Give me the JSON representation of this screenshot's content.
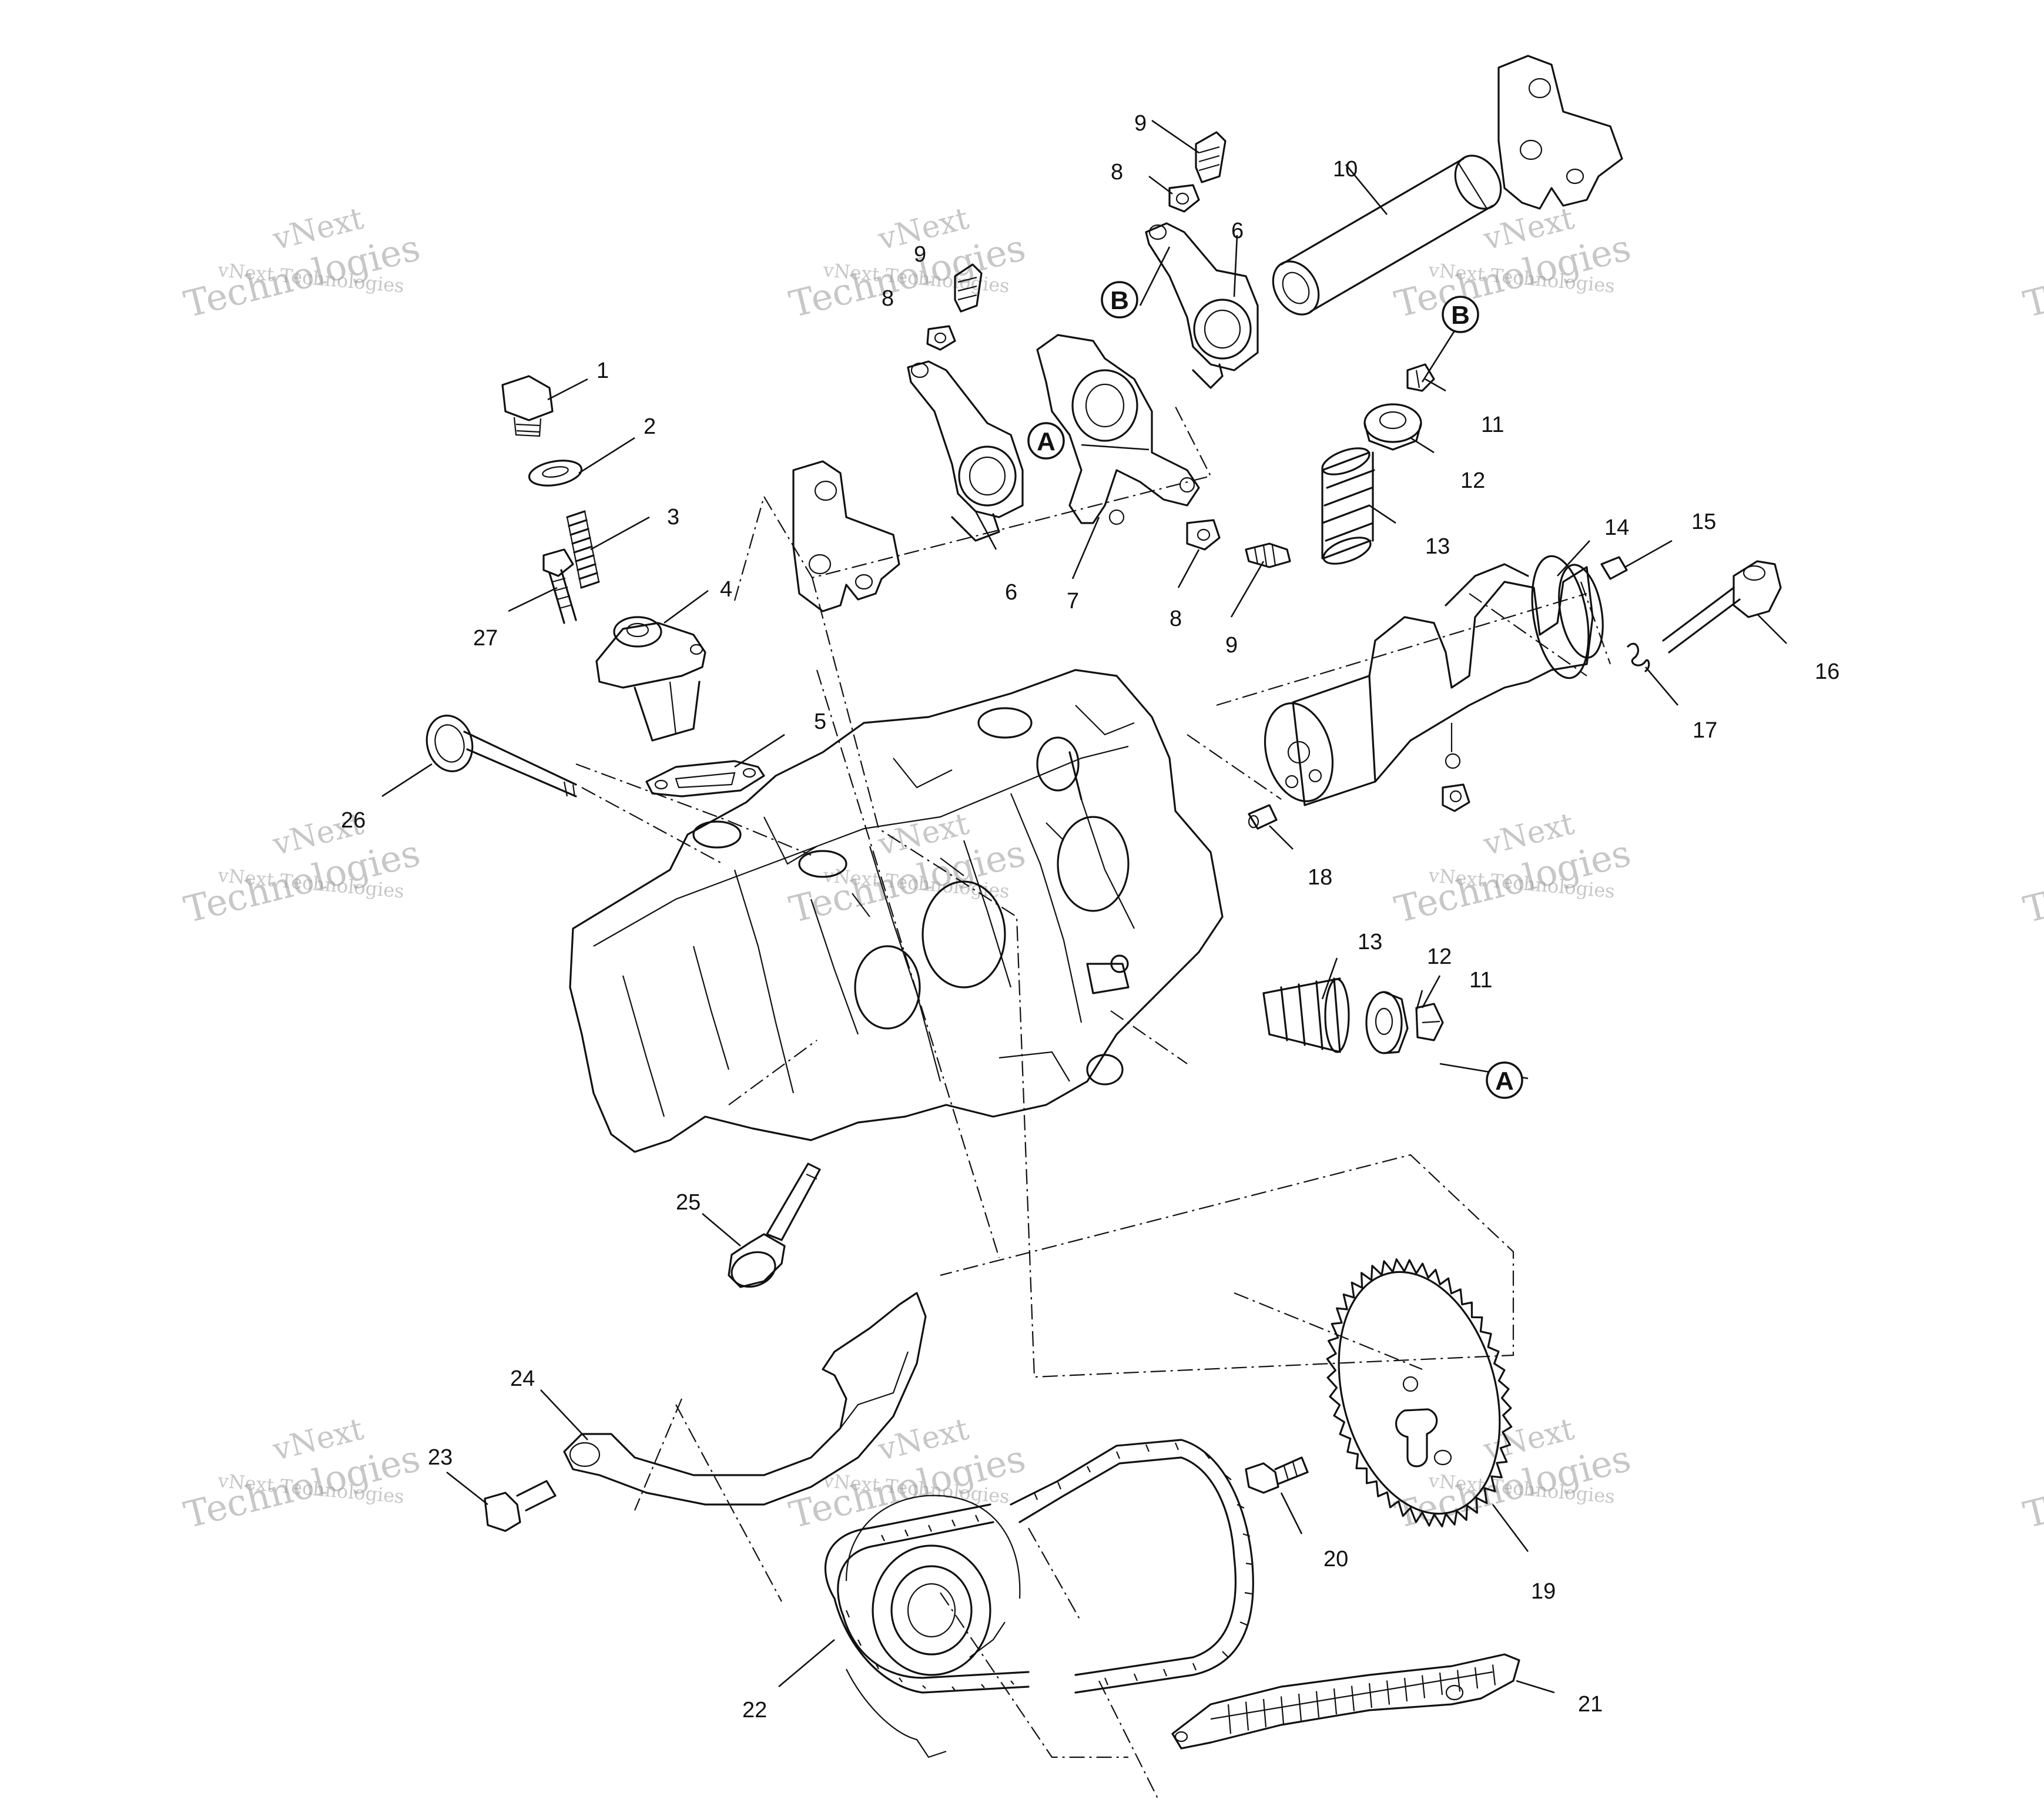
{
  "watermark": {
    "line1": "vNext",
    "line2": "vNext Technologies",
    "line3": "Technologies"
  },
  "callouts": [
    {
      "id": "A",
      "label": "A"
    },
    {
      "id": "B",
      "label": "B"
    }
  ],
  "labels": {
    "p1": "1",
    "p2": "2",
    "p3": "3",
    "p4": "4",
    "p5": "5",
    "p6a": "6",
    "p6b": "6",
    "p7": "7",
    "p8a": "8",
    "p8b": "8",
    "p8c": "8",
    "p9a": "9",
    "p9b": "9",
    "p9c": "9",
    "p10": "10",
    "p11a": "11",
    "p11b": "11",
    "p12a": "12",
    "p12b": "12",
    "p13a": "13",
    "p13b": "13",
    "p14": "14",
    "p15": "15",
    "p16": "16",
    "p17": "17",
    "p18": "18",
    "p19": "19",
    "p20": "20",
    "p21": "21",
    "p22": "22",
    "p23": "23",
    "p24": "24",
    "p25": "25",
    "p26": "26",
    "p27": "27"
  }
}
